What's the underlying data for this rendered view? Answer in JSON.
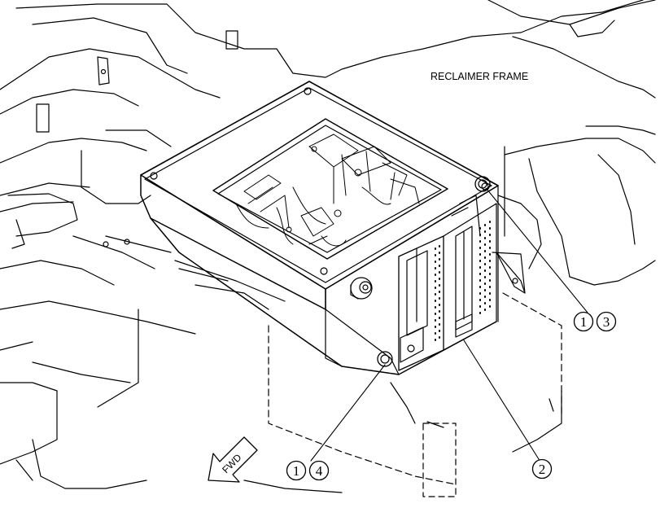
{
  "labels": {
    "frame": "RECLAIMER FRAME",
    "fwd": "FWD"
  },
  "callouts": {
    "c1a": "1",
    "c3": "3",
    "c1b": "1",
    "c4": "4",
    "c2": "2"
  },
  "colors": {
    "line": "#000000",
    "background": "#ffffff"
  }
}
